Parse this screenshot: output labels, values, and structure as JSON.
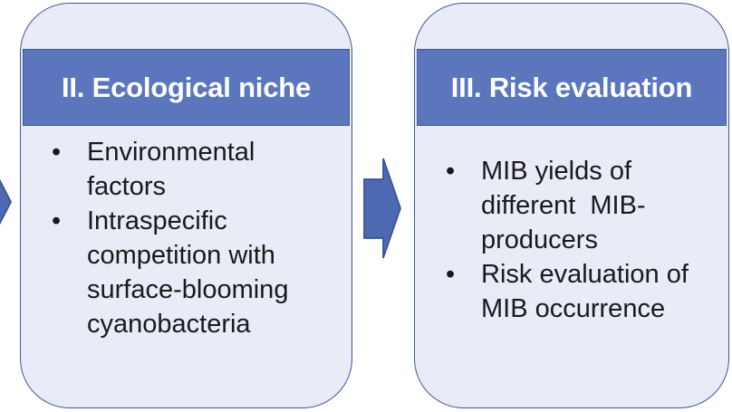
{
  "figure": {
    "type": "process-flow-diagram",
    "stages": [
      {
        "title": "II. Ecological niche",
        "bullets": [
          "Environmental\nfactors",
          "Intraspecific\ncompetition with\nsurface-blooming\ncyanobacteria"
        ]
      },
      {
        "title": "III. Risk evaluation",
        "bullets": [
          "MIB yields of\ndifferent  MIB-\nproducers",
          "Risk evaluation of\nMIB occurrence"
        ]
      }
    ],
    "arrows": [
      {
        "name": "incoming-arrow-left-edge",
        "direction": "right",
        "clipped": true
      },
      {
        "name": "arrow-stage2-to-stage3",
        "direction": "right",
        "clipped": false
      }
    ],
    "colors": {
      "header_fill": "#5b76bd",
      "header_border": "#41589b",
      "header_text": "#ffffff",
      "box_fill": "#e9ebf6",
      "box_border": "#3a5898",
      "arrow_fill": "#4c69b1",
      "arrow_border": "#3a5493",
      "body_text": "#1a1a1a",
      "background": "#ffffff"
    }
  }
}
